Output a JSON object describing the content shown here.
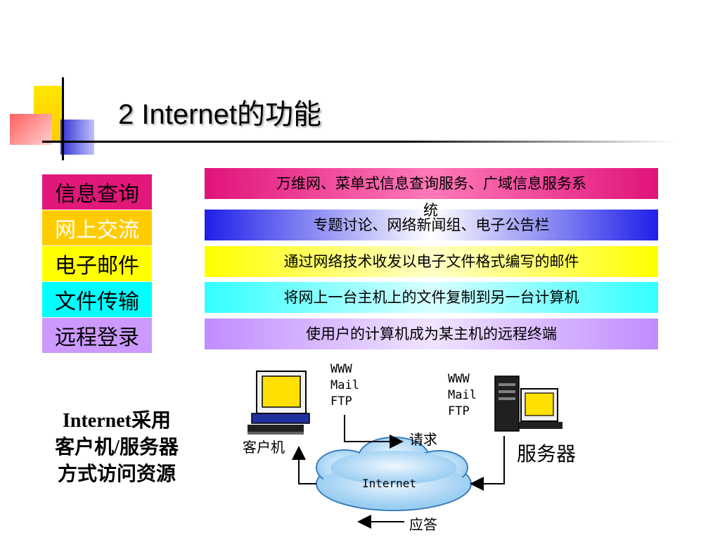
{
  "title": "2 Internet的功能",
  "categories": [
    {
      "label": "信息查询",
      "color": "#e2177a",
      "text_color": "#000000"
    },
    {
      "label": "网上交流",
      "color": "#ffcc00",
      "text_color": "#ffffff"
    },
    {
      "label": "电子邮件",
      "color": "#ffff00",
      "text_color": "#000000"
    },
    {
      "label": "文件传输",
      "color": "#00ffff",
      "text_color": "#000000"
    },
    {
      "label": "远程登录",
      "color": "#cc99ff",
      "text_color": "#000000"
    }
  ],
  "descriptions": [
    {
      "text": "万维网、菜单式信息查询服务、广域信息服务系",
      "overflow": "统"
    },
    {
      "text": "专题讨论、网络新闻组、电子公告栏"
    },
    {
      "text": "通过网络技术收发以电子文件格式编写的邮件"
    },
    {
      "text": "将网上一台主机上的文件复制到另一台计算机"
    },
    {
      "text": "使用户的计算机成为某主机的远程终端"
    }
  ],
  "note": {
    "line1": "Internet采用",
    "line2": "客户机/服务器",
    "line3": "方式访问资源"
  },
  "diagram": {
    "client_label": "客户机",
    "server_label": "服务器",
    "client_services": "WWW\nMail\nFTP",
    "server_services": "WWW\nMail\nFTP",
    "request_label": "请求",
    "response_label": "应答",
    "cloud_label": "Internet"
  }
}
